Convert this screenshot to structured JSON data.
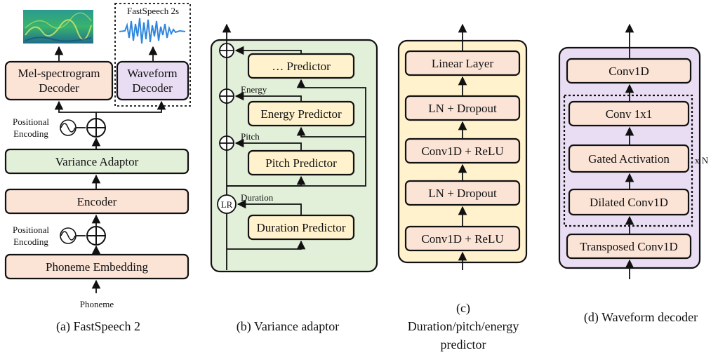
{
  "colors": {
    "salmon": "#fbe3d6",
    "green": "#e2efd9",
    "yellow_bg": "#fff2cc",
    "yellow_box": "#fff2cc",
    "purple": "#e9ddf3",
    "stroke": "#111111"
  },
  "panel_a": {
    "caption": "(a) FastSpeech 2",
    "mel_decoder": [
      "Mel-spectrogram",
      "Decoder"
    ],
    "waveform_decoder": [
      "Waveform",
      "Decoder"
    ],
    "fastspeech2s": "FastSpeech 2s",
    "positional_encoding_top": [
      "Positional",
      "Encoding"
    ],
    "variance_adaptor": "Variance Adaptor",
    "encoder": "Encoder",
    "positional_encoding_bottom": [
      "Positional",
      "Encoding"
    ],
    "phoneme_embedding": "Phoneme Embedding",
    "phoneme": "Phoneme",
    "icons": [
      "spectrogram-icon",
      "waveform-icon",
      "sine-icon",
      "plus-circle-icon"
    ]
  },
  "panel_b": {
    "caption": "(b) Variance adaptor",
    "other_predictor": "… Predictor",
    "energy_predictor": "Energy Predictor",
    "pitch_predictor": "Pitch Predictor",
    "duration_predictor": "Duration Predictor",
    "energy_label": "Energy",
    "pitch_label": "Pitch",
    "duration_label": "Duration",
    "lr": "LR"
  },
  "panel_c": {
    "caption": [
      "(c)",
      "Duration/pitch/energy",
      "predictor"
    ],
    "layers": [
      "Linear Layer",
      "LN + Dropout",
      "Conv1D + ReLU",
      "LN + Dropout",
      "Conv1D + ReLU"
    ]
  },
  "panel_d": {
    "caption": "(d) Waveform decoder",
    "conv1d": "Conv1D",
    "conv1x1": "Conv 1x1",
    "gated": "Gated Activation",
    "dilated": "Dilated Conv1D",
    "transposed": "Transposed Conv1D",
    "repeat": "x N"
  }
}
